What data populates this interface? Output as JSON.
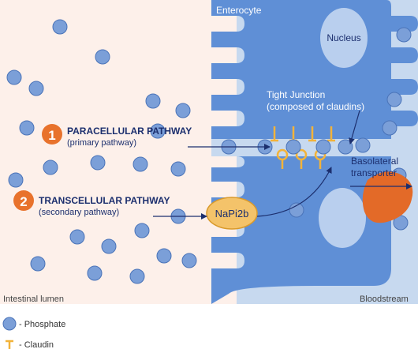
{
  "regions": {
    "lumen": "Intestinal lumen",
    "cell": "Enterocyte",
    "blood": "Bloodstream"
  },
  "nucleus": "Nucleus",
  "tight_junction": {
    "line1": "Tight Junction",
    "line2": "(composed of claudins)"
  },
  "basolateral": {
    "line1": "Basolateral",
    "line2": "transporter"
  },
  "pathways": [
    {
      "number": "1",
      "title": "PARACELLULAR PATHWAY",
      "subtitle": "(primary pathway)"
    },
    {
      "number": "2",
      "title": "TRANSCELLULAR PATHWAY",
      "subtitle": "(secondary pathway)"
    }
  ],
  "transporter": "NaPi2b",
  "legend": {
    "phosphate": "- Phosphate",
    "claudin": "- Claudin"
  },
  "colors": {
    "lumen_bg": "#fdf0ea",
    "cell": "#5f8fd6",
    "blood_bg": "#c7d9ef",
    "phosphate": "#7b9fd8",
    "badge": "#e8722c",
    "claudin": "#f2b33a",
    "transporter": "#f4c36a",
    "basolateral_transporter": "#e36a28",
    "pathway_text": "#1c2f6e"
  }
}
